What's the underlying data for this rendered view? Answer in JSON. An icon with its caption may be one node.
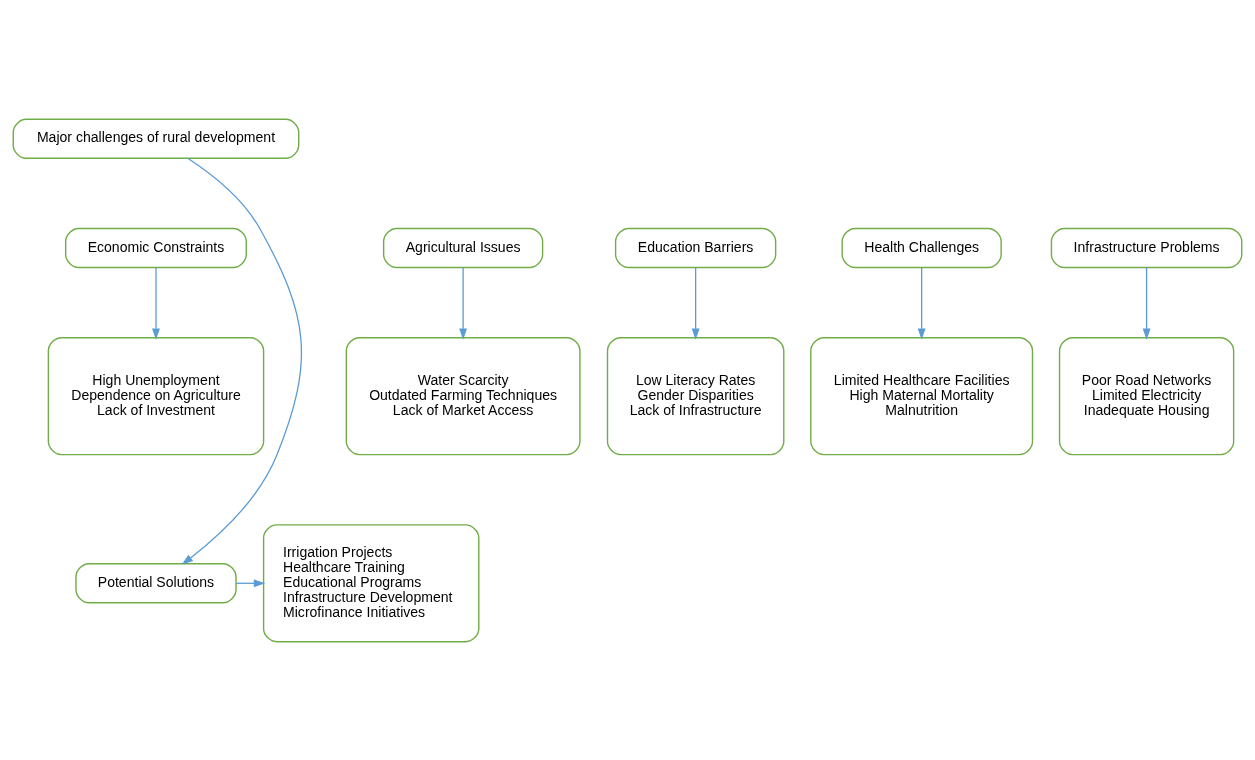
{
  "diagram": {
    "nodes": [
      {
        "text": [
          "Major challenges of rural development"
        ]
      },
      {
        "text": [
          "Agricultural Issues"
        ]
      },
      {
        "text": [
          "Education Barriers"
        ]
      },
      {
        "text": [
          "Economic Constraints"
        ]
      },
      {
        "text": [
          "Health Challenges"
        ]
      },
      {
        "text": [
          "Infrastructure Problems"
        ]
      },
      {
        "text": [
          "Water Scarcity",
          "Outdated Farming Techniques",
          "Lack of Market Access"
        ]
      },
      {
        "text": [
          "Low Literacy Rates",
          "Gender Disparities",
          "Lack of Infrastructure"
        ]
      },
      {
        "text": [
          "High Unemployment",
          "Dependence on Agriculture",
          "Lack of Investment"
        ]
      },
      {
        "text": [
          "Limited Healthcare Facilities",
          "High Maternal Mortality",
          "Malnutrition"
        ]
      },
      {
        "text": [
          "Poor Road Networks",
          "Limited Electricity",
          "Inadequate Housing"
        ]
      },
      {
        "text": [
          "Potential Solutions"
        ]
      },
      {
        "text": [
          "Irrigation Projects",
          "Healthcare Training",
          "Educational Programs",
          "Infrastructure Development",
          "Microfinance Initiatives"
        ]
      }
    ],
    "edges": [
      {
        "from": 1,
        "to": 6,
        "arrow": "to"
      },
      {
        "from": 2,
        "to": 7,
        "arrow": "to"
      },
      {
        "from": 3,
        "to": 8,
        "arrow": "to"
      },
      {
        "from": 4,
        "to": 9,
        "arrow": "to"
      },
      {
        "from": 5,
        "to": 10,
        "arrow": "to"
      },
      {
        "from": 0,
        "to": 11,
        "arrow": "to"
      },
      {
        "from": 11,
        "to": 12,
        "arrow": "to"
      }
    ]
  }
}
